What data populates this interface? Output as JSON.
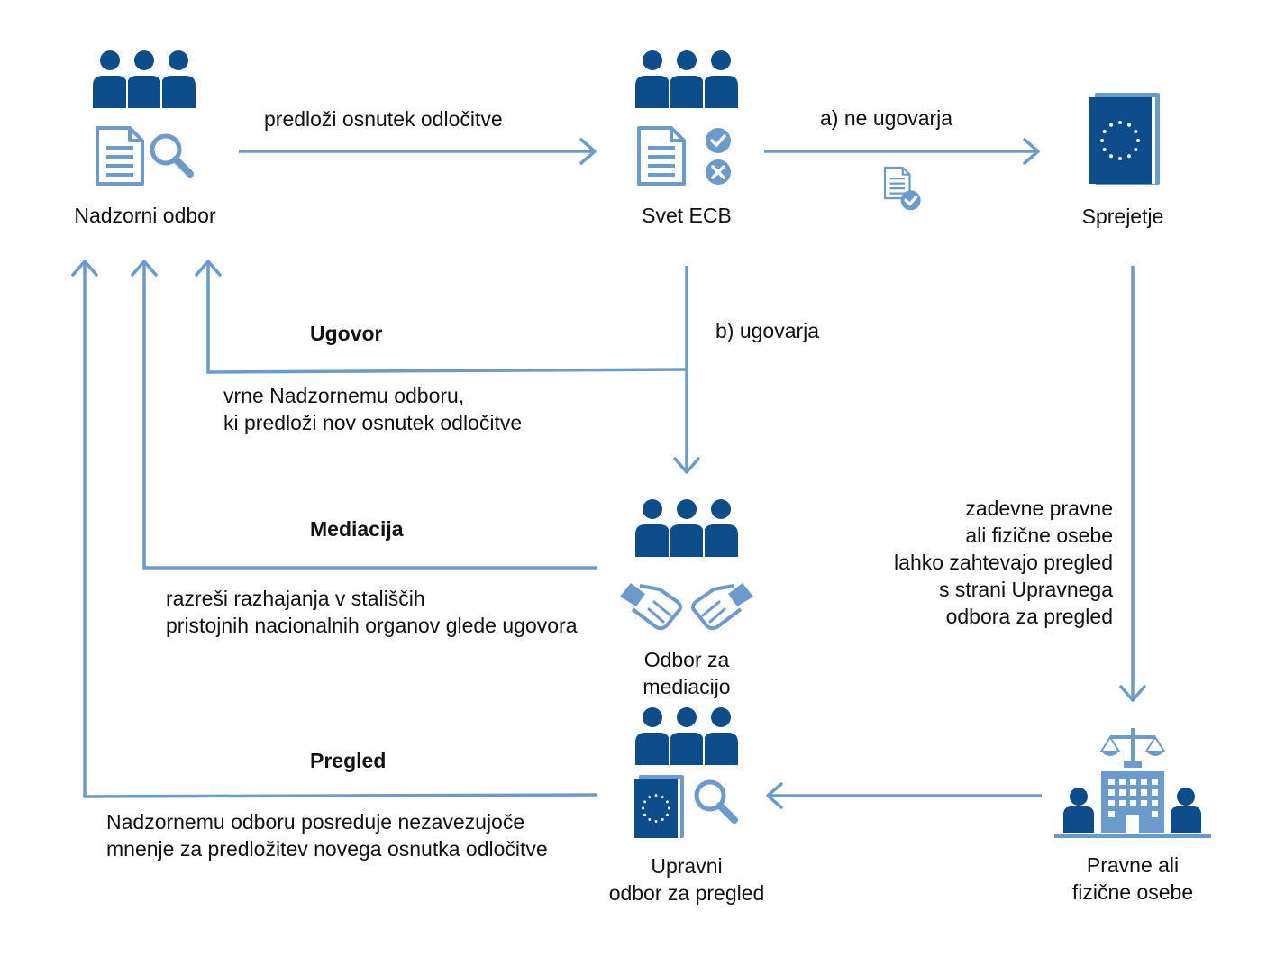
{
  "nodes": {
    "supervisory_board": {
      "label": "Nadzorni odbor"
    },
    "governing_council": {
      "label": "Svet ECB"
    },
    "adoption": {
      "label": "Sprejetje"
    },
    "mediation_panel": {
      "line1": "Odbor za",
      "line2": "mediacijo"
    },
    "review_board": {
      "line1": "Upravni",
      "line2": "odbor za pregled"
    },
    "persons": {
      "line1": "Pravne ali",
      "line2": "fizične osebe"
    }
  },
  "edges": {
    "submit": {
      "label": "predloži osnutek odločitve"
    },
    "no_objection": {
      "label": "a) ne ugovarja"
    },
    "objection": {
      "label": "b) ugovarja"
    },
    "objection_return": {
      "title": "Ugovor",
      "line1": "vrne Nadzornemu odboru,",
      "line2": "ki predloži nov osnutek odločitve"
    },
    "mediation_return": {
      "title": "Mediacija",
      "line1": "razreši razhajanja v stališčih",
      "line2": "pristojnih nacionalnih organov glede ugovora"
    },
    "review_return": {
      "title": "Pregled",
      "line1": "Nadzornemu odboru posreduje nezavezujoče",
      "line2": "mnenje za predložitev novega osnutka odločitve"
    },
    "request_review": {
      "lines": [
        "zadevne pravne",
        "ali fizične osebe",
        "lahko zahtevajo pregled",
        "s strani Upravnega",
        "odbora za pregled"
      ]
    }
  },
  "colors": {
    "dark_blue": "#0e4d8c",
    "light_blue": "#6a9bcc",
    "text": "#111111"
  },
  "icons": [
    "people-group-icon",
    "document-icon",
    "magnifier-icon",
    "check-circle-icon",
    "cross-circle-icon",
    "document-check-icon",
    "eu-book-icon",
    "handshake-icon",
    "court-building-icon",
    "scales-icon"
  ]
}
